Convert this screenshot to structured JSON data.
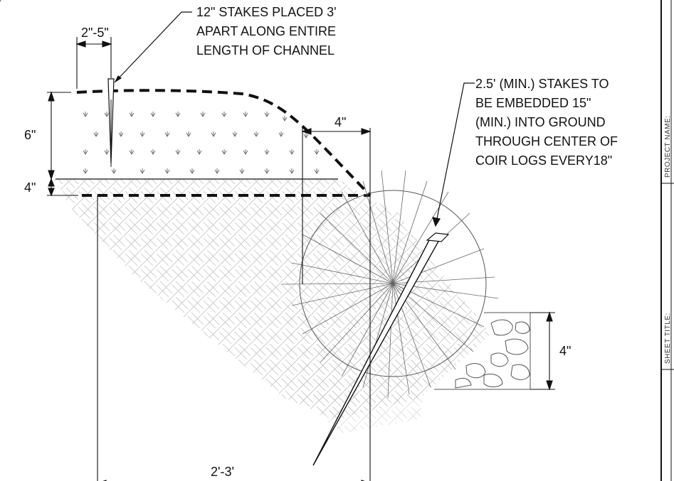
{
  "notes": {
    "surface_stakes": [
      "12\" STAKES PLACED 3'",
      "APART ALONG ENTIRE",
      "LENGTH OF CHANNEL"
    ],
    "coir_stakes": [
      "2.5' (MIN.) STAKES TO",
      "BE EMBEDDED 15\"",
      "(MIN.) INTO GROUND",
      "THROUGH CENTER OF",
      "COIR LOGS EVERY18\""
    ]
  },
  "dimensions": {
    "stake_spacing": "2\"-5\"",
    "soil_depth": "6\"",
    "excavation_depth": "4\"",
    "offset": "4\"",
    "rock_height": "4\"",
    "width": "2'-3'"
  },
  "title_block": {
    "project_name": "PROJECT NAME:",
    "sheet_title": "SHEET TITLE:"
  }
}
